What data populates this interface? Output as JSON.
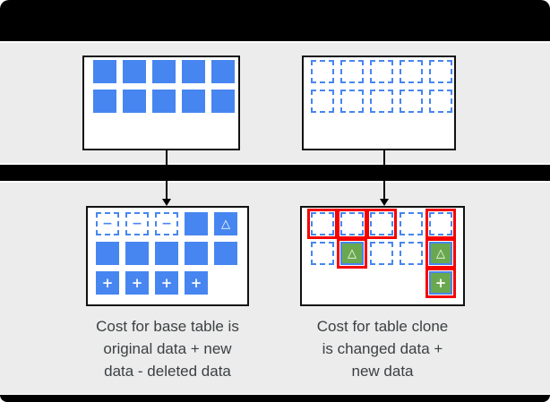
{
  "colors": {
    "blue": "#4786f0",
    "green": "#6aa84f",
    "red": "#f60000",
    "panel_gray": "#ececec",
    "bar_black": "#000000",
    "text": "#3c4043"
  },
  "captions": {
    "left": "Cost for base table is\noriginal data + new\ndata - deleted data",
    "right": "Cost for table clone\nis changed data +\nnew data"
  },
  "cell_glyphs": {
    "dashed-minus": "−",
    "solid-delta": "△",
    "solid-plus": "+",
    "green-delta-red": "△",
    "green-plus-red": "+"
  },
  "legend_meanings": {
    "solid": "original data block",
    "dashed": "cloned (shared) data block",
    "dashed-minus": "deleted data block",
    "solid-delta": "changed data block",
    "solid-plus": "new data block",
    "dashed-red": "billed clone block",
    "green-delta-red": "changed data block in clone",
    "green-plus-red": "new data block in clone"
  },
  "boxes": {
    "base_before": {
      "rows": [
        [
          "solid",
          "solid",
          "solid",
          "solid",
          "solid"
        ],
        [
          "solid",
          "solid",
          "solid",
          "solid",
          "solid"
        ]
      ]
    },
    "clone_before": {
      "rows": [
        [
          "dashed",
          "dashed",
          "dashed",
          "dashed",
          "dashed"
        ],
        [
          "dashed",
          "dashed",
          "dashed",
          "dashed",
          "dashed"
        ]
      ]
    },
    "base_after": {
      "rows": [
        [
          "dashed-minus",
          "dashed-minus",
          "dashed-minus",
          "solid",
          "solid-delta"
        ],
        [
          "solid",
          "solid",
          "solid",
          "solid",
          "solid"
        ],
        [
          "solid-plus",
          "solid-plus",
          "solid-plus",
          "solid-plus",
          "empty"
        ]
      ]
    },
    "clone_after": {
      "rows": [
        [
          "dashed-red",
          "dashed-red",
          "dashed-red",
          "dashed",
          "dashed-red"
        ],
        [
          "dashed",
          "green-delta-red",
          "dashed",
          "dashed",
          "green-delta-red"
        ],
        [
          "empty",
          "empty",
          "empty",
          "empty",
          "green-plus-red"
        ]
      ]
    }
  }
}
